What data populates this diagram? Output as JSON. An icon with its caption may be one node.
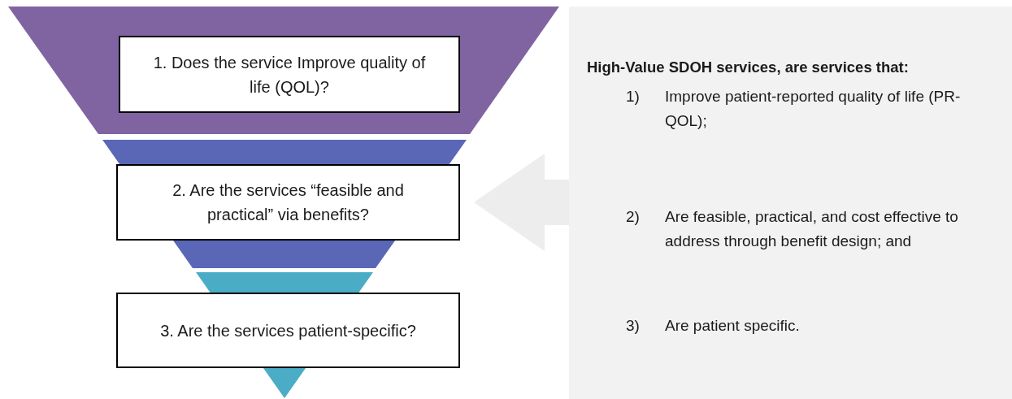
{
  "diagram": {
    "nodes": [
      {
        "text": [
          "1. Does the service Improve quality of life (QOL)?"
        ]
      },
      {
        "text": [
          "2. Are the services “feasible and practical” via benefits?"
        ]
      },
      {
        "text": [
          "3. Are the services patient-specific?"
        ]
      },
      {
        "text": [
          "High-Value SDOH services, are services that:",
          "1)\tImprove patient-reported quality of life (PR-QOL);",
          "2)\tAre feasible, practical, and cost effective to address through benefit design; and",
          "3)\tAre patient specific."
        ]
      }
    ],
    "edges": [
      {
        "from": 3,
        "to": 1,
        "arrow": "to",
        "style": "thick",
        "color": "#ededed"
      }
    ]
  }
}
